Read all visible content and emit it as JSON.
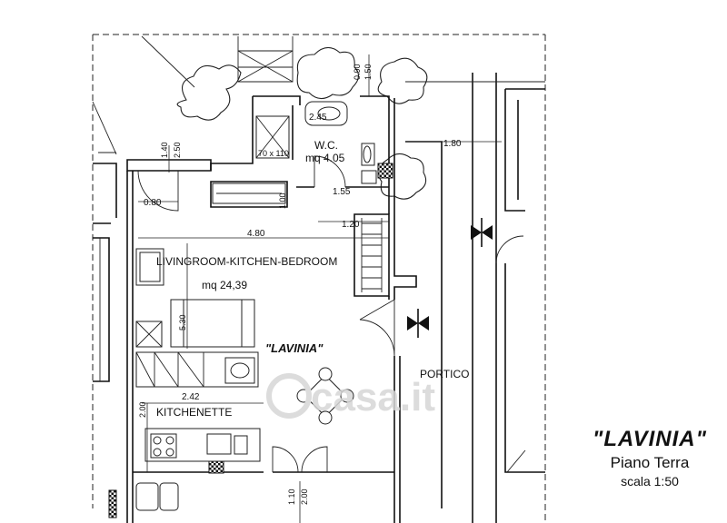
{
  "rooms": {
    "wc_name": "W.C.",
    "wc_area": "mq 4.05",
    "living_name": "LIVINGROOM-KITCHEN-BEDROOM",
    "living_area": "mq 24,39",
    "kitchen_name": "KITCHENETTE",
    "portico_name": "PORTICO",
    "apartment_label": "\"LAVINIA\""
  },
  "fixtures": {
    "shower_size": "70 x 110"
  },
  "dimensions": {
    "d_0_90": "0.90",
    "d_1_50": "1.50",
    "d_2_45": "2.45",
    "d_1_80": "1.80",
    "d_1_40": "1.40",
    "d_2_50": "2.50",
    "d_0_80": "0.80",
    "d_1_00": "1.00",
    "d_1_55": "1.55",
    "d_1_20": "1.20",
    "d_4_80": "4.80",
    "d_5_30": "5.30",
    "d_2_42": "2.42",
    "d_2_00": "2.00",
    "d_1_10": "1.10",
    "d_2_00b": "2.00"
  },
  "watermark": "casa.it",
  "title_block": {
    "name": "\"LAVINIA\"",
    "floor": "Piano Terra",
    "scale": "scala 1:50"
  }
}
